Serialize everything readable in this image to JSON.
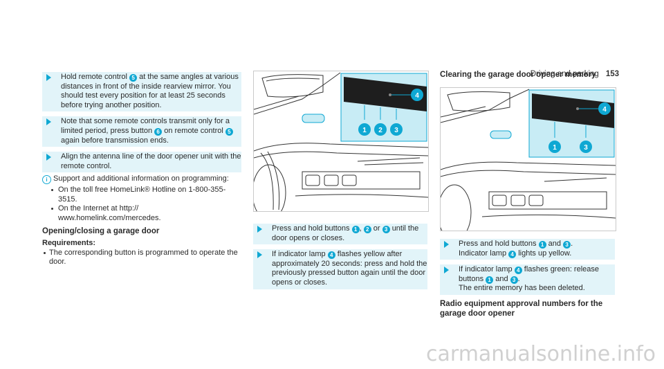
{
  "header": {
    "section": "Driving and parking",
    "page": "153"
  },
  "left": {
    "step1": {
      "a": "Hold remote control",
      "n1": "5",
      "b": "at the same angles at various distances in front of the inside rearview mirror. You should test every position for at least 25 seconds before trying another position."
    },
    "step2": {
      "a": "Note that some remote controls transmit only for a limited period, press button",
      "n1": "6",
      "b": "on remote control",
      "n2": "5",
      "c": "again before transmission ends."
    },
    "step3": "Align the antenna line of the door opener unit with the remote control.",
    "info": "Support and additional information on programming:",
    "bullets": [
      "On the toll free HomeLink® Hotline on 1-800-355-3515.",
      "On the Internet at http:// www.homelink.com/mercedes."
    ],
    "heading": "Opening/closing a garage door",
    "req_title": "Requirements:",
    "req_item": "The corresponding button is programmed to operate the door."
  },
  "middle": {
    "figure_labels": [
      "1",
      "2",
      "3",
      "4"
    ],
    "step1": {
      "a": "Press and hold buttons",
      "n1": "1",
      "s1": ",",
      "n2": "2",
      "s2": "or",
      "n3": "3",
      "b": "until the door opens or closes."
    },
    "step2": {
      "a": "If indicator lamp",
      "n1": "4",
      "b": "flashes yellow after approximately 20 seconds: press and hold the previously pressed button again until the door opens or closes."
    }
  },
  "right": {
    "heading": "Clearing the garage door opener memory",
    "figure_labels": [
      "1",
      "3",
      "4"
    ],
    "step1": {
      "a": "Press and hold buttons",
      "n1": "1",
      "s1": "and",
      "n2": "3",
      "s2": ".",
      "b": "Indicator lamp",
      "n3": "4",
      "c": "lights up yellow."
    },
    "step2": {
      "a": "If indicator lamp",
      "n1": "4",
      "b": "flashes green: release buttons",
      "n2": "1",
      "s1": "and",
      "n3": "3",
      "s2": ".",
      "c": "The entire memory has been deleted."
    },
    "heading2": "Radio equipment approval numbers for the garage door opener"
  },
  "colors": {
    "accent": "#0fa8d3",
    "step_bg": "#e2f4f9",
    "inset_bg": "#c8ecf5"
  },
  "watermark": "carmanualsonline.info"
}
